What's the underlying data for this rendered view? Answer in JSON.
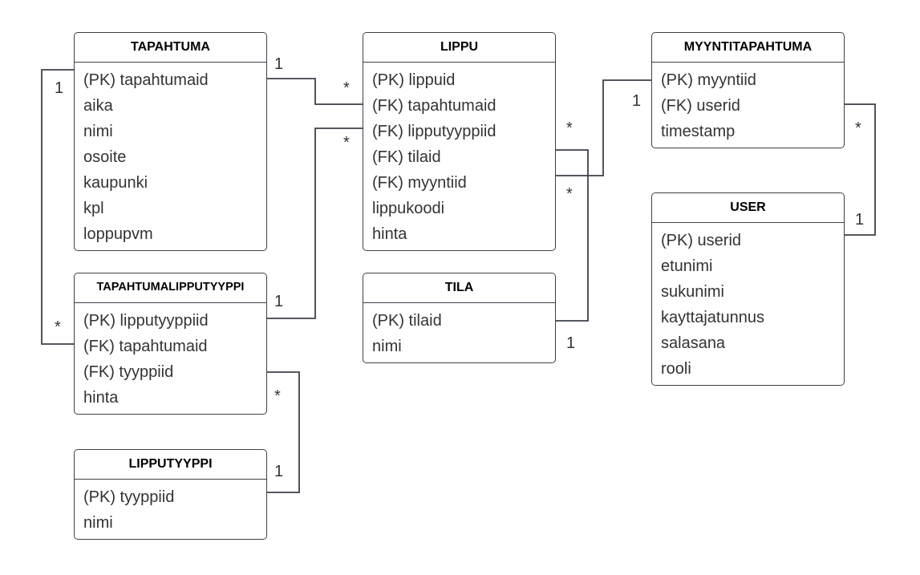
{
  "entities": {
    "tapahtuma": {
      "title": "TAPAHTUMA",
      "attributes": [
        "(PK) tapahtumaid",
        "aika",
        "nimi",
        "osoite",
        "kaupunki",
        "kpl",
        "loppupvm"
      ]
    },
    "lippu": {
      "title": "LIPPU",
      "attributes": [
        "(PK) lippuid",
        "(FK) tapahtumaid",
        "(FK) lipputyyppiid",
        "(FK) tilaid",
        "(FK) myyntiid",
        "lippukoodi",
        "hinta"
      ]
    },
    "myyntitapahtuma": {
      "title": "MYYNTITAPAHTUMA",
      "attributes": [
        "(PK) myyntiid",
        "(FK) userid",
        "timestamp"
      ]
    },
    "user": {
      "title": "USER",
      "attributes": [
        "(PK) userid",
        "etunimi",
        "sukunimi",
        "kayttajatunnus",
        "salasana",
        "rooli"
      ]
    },
    "tapahtumalipputyyppi": {
      "title": "TAPAHTUMALIPPUTYYPPI",
      "attributes": [
        "(PK) lipputyyppiid",
        "(FK) tapahtumaid",
        "(FK) tyyppiid",
        "hinta"
      ]
    },
    "tila": {
      "title": "TILA",
      "attributes": [
        "(PK) tilaid",
        "nimi"
      ]
    },
    "lipputyyppi": {
      "title": "LIPPUTYYPPI",
      "attributes": [
        "(PK) tyyppiid",
        "nimi"
      ]
    }
  },
  "relationships": [
    {
      "from": "tapahtuma",
      "to": "lippu",
      "from_mult": "1",
      "to_mult": "*"
    },
    {
      "from": "tapahtumalipputyyppi",
      "to": "lippu",
      "from_mult": "1",
      "to_mult": "*"
    },
    {
      "from": "tapahtuma",
      "to": "tapahtumalipputyyppi",
      "from_mult": "1",
      "to_mult": "*"
    },
    {
      "from": "lipputyyppi",
      "to": "tapahtumalipputyyppi",
      "from_mult": "1",
      "to_mult": "*"
    },
    {
      "from": "tila",
      "to": "lippu",
      "from_mult": "1",
      "to_mult": "*"
    },
    {
      "from": "myyntitapahtuma",
      "to": "lippu",
      "from_mult": "1",
      "to_mult": "*"
    },
    {
      "from": "user",
      "to": "myyntitapahtuma",
      "from_mult": "1",
      "to_mult": "*"
    }
  ],
  "colors": {
    "line": "#3d4149",
    "text": "#333333",
    "title": "#000000"
  }
}
